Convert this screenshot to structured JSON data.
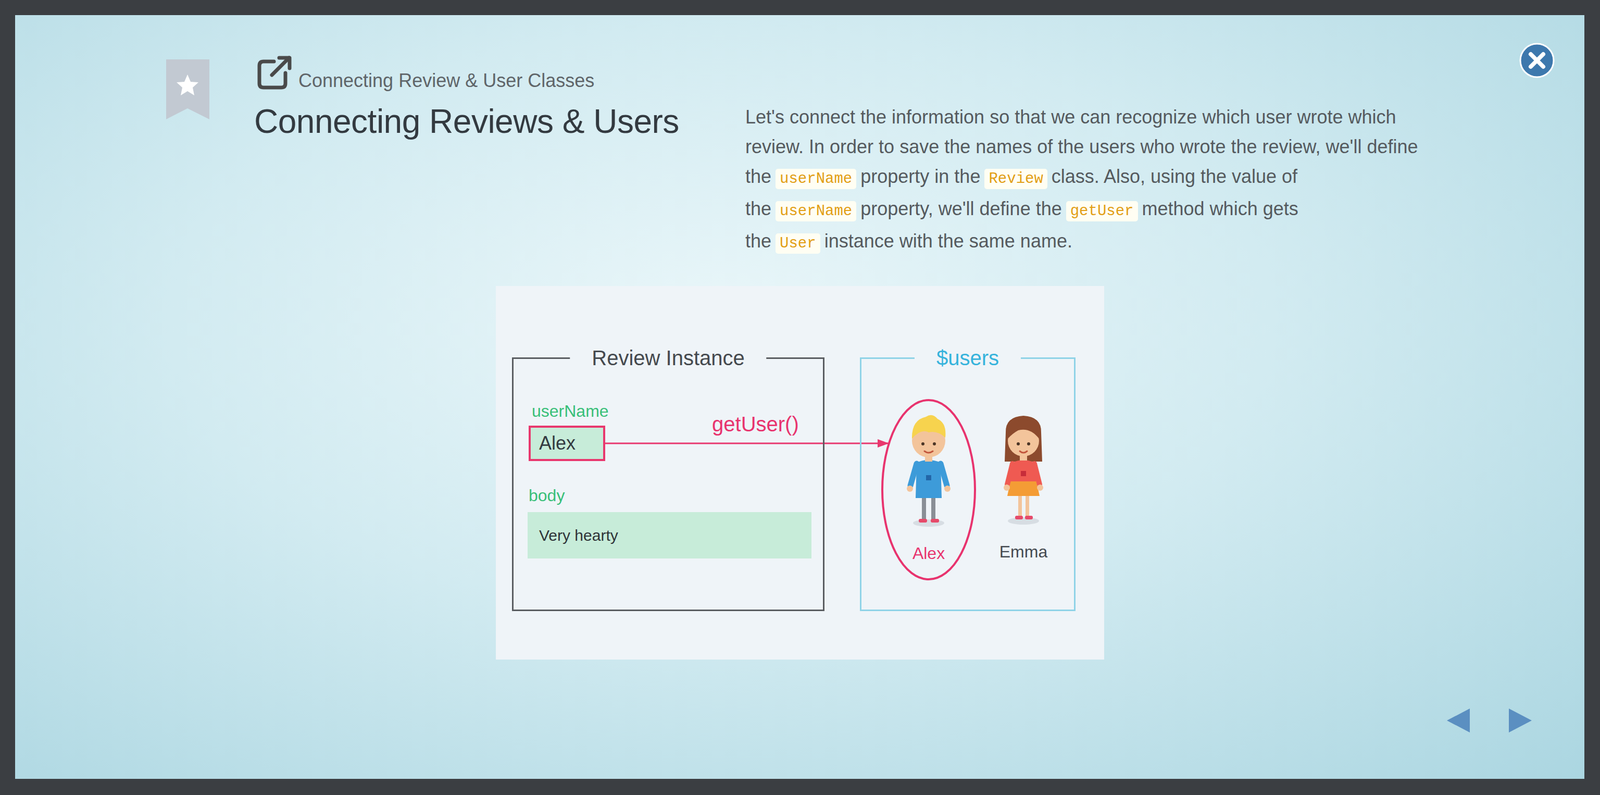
{
  "diagram": {
    "title": "Connecting Reviews & Users",
    "nodes": [
      {
        "text": [
          "Review Instance"
        ]
      },
      {
        "text": [
          "userName",
          "Alex"
        ],
        "in": 0
      },
      {
        "text": [
          "body",
          "Very hearty"
        ],
        "in": 0
      },
      {
        "text": [
          "$users"
        ]
      },
      {
        "text": [
          "Alex"
        ],
        "in": 3
      }
    ],
    "edges": [
      {
        "from": 1,
        "to": 4,
        "label": "getUser()",
        "arrow": "to"
      }
    ],
    "labels": [
      "Connecting Review & User Classes",
      "Let's connect the information so that we can recognize which user wrote which review. In order to save the names of the users who wrote the review, we'll define the",
      "userName",
      "property in the",
      "Review",
      "class. Also, using the value of the",
      "userName",
      "property, we'll define the",
      "getUser",
      "method which gets the",
      "User",
      "instance with the same name.",
      "Emma"
    ]
  }
}
